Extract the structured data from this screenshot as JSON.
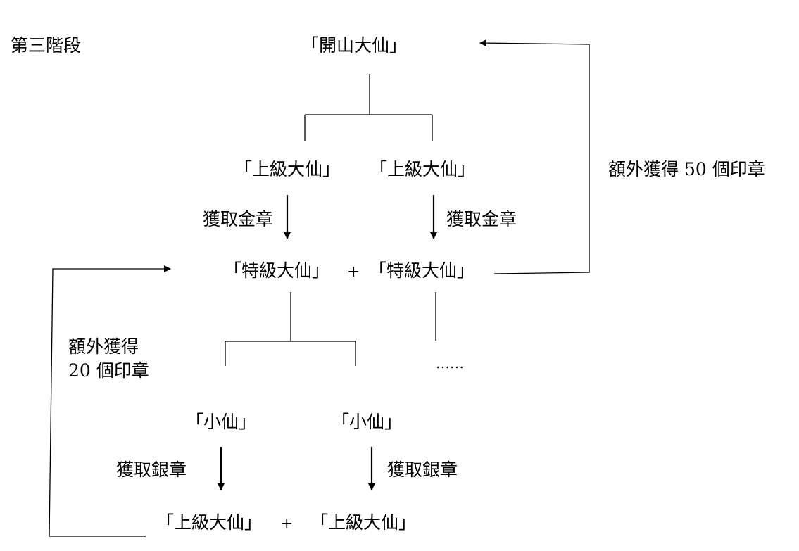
{
  "stage_label": "第三階段",
  "nodes": {
    "top": "「開山大仙」",
    "upper_left": "「上級大仙」",
    "upper_right": "「上級大仙」",
    "special_left": "「特級大仙」",
    "special_plus": "+",
    "special_right": "「特級大仙」",
    "small_left": "「小仙」",
    "small_right": "「小仙」",
    "bottom_left": "「上級大仙」",
    "bottom_plus": "+",
    "bottom_right": "「上級大仙」",
    "ellipsis": "……"
  },
  "arrow_labels": {
    "gold_left": "獲取金章",
    "gold_right": "獲取金章",
    "silver_left": "獲取銀章",
    "silver_right": "獲取銀章"
  },
  "feedback_labels": {
    "extra_50": "額外獲得 50 個印章",
    "extra_20_line1": "額外獲得",
    "extra_20_line2": "20 個印章"
  },
  "colors": {
    "ink": "#000000",
    "background": "#ffffff"
  }
}
